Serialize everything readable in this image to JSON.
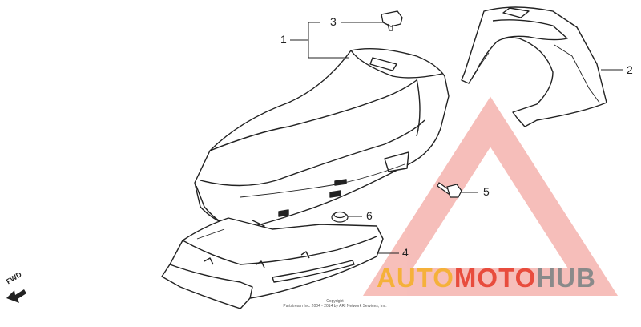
{
  "diagram": {
    "callouts": {
      "c1": "1",
      "c2": "2",
      "c3": "3",
      "c4": "4",
      "c5": "5",
      "c6": "6"
    },
    "direction_label": "FWD",
    "copyright_line1": "Copyright",
    "copyright_line2": "Partstream Inc. 2004 - 2014 by ARI Network Services, Inc."
  },
  "watermark": {
    "part_auto": "AUTO",
    "part_moto": "MOTO",
    "part_hub": "HUB",
    "color_accent": "#f5b13a",
    "color_moto": "#e84c3d",
    "color_hub": "#8a8a8a"
  }
}
